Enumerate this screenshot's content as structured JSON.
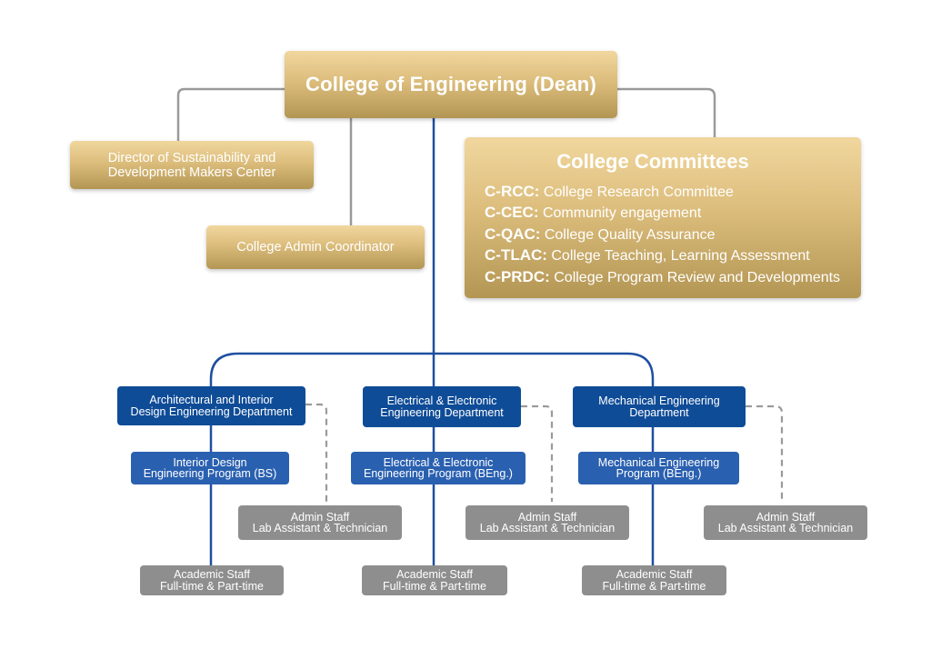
{
  "dean": {
    "title": "College of Engineering (Dean)"
  },
  "director": {
    "lines": [
      "Director of Sustainability and",
      "Development Makers Center"
    ]
  },
  "coordinator": {
    "label": "College Admin Coordinator"
  },
  "committees": {
    "title": "College Committees",
    "items": [
      {
        "code": "C-RCC:",
        "name": "College Research Committee"
      },
      {
        "code": "C-CEC:",
        "name": "Community engagement"
      },
      {
        "code": "C-QAC:",
        "name": "College Quality Assurance"
      },
      {
        "code": "C-TLAC:",
        "name": "College Teaching, Learning Assessment"
      },
      {
        "code": "C-PRDC:",
        "name": "College Program Review and Developments"
      }
    ]
  },
  "departments": [
    {
      "name_lines": [
        "Architectural and Interior",
        "Design Engineering Department"
      ],
      "program_lines": [
        "Interior Design",
        "Engineering Program (BS)"
      ],
      "admin_lines": [
        "Admin Staff",
        "Lab Assistant & Technician"
      ],
      "academic_lines": [
        "Academic Staff",
        "Full-time & Part-time"
      ]
    },
    {
      "name_lines": [
        "Electrical & Electronic",
        "Engineering Department"
      ],
      "program_lines": [
        "Electrical & Electronic",
        "Engineering Program (BEng.)"
      ],
      "admin_lines": [
        "Admin Staff",
        "Lab Assistant & Technician"
      ],
      "academic_lines": [
        "Academic Staff",
        "Full-time & Part-time"
      ]
    },
    {
      "name_lines": [
        "Mechanical Engineering",
        "Department"
      ],
      "program_lines": [
        "Mechanical Engineering",
        "Program (BEng.)"
      ],
      "admin_lines": [
        "Admin Staff",
        "Lab Assistant & Technician"
      ],
      "academic_lines": [
        "Academic Staff",
        "Full-time & Part-time"
      ]
    }
  ],
  "colors": {
    "gold_top": "#f1d79e",
    "gold_bottom": "#b39654",
    "blue_dark": "#0f4c97",
    "blue_mid": "#2a60b0",
    "gray_box": "#8e8e8e",
    "connector_gray": "#9a9a9a",
    "connector_blue": "#1f4fa0"
  }
}
